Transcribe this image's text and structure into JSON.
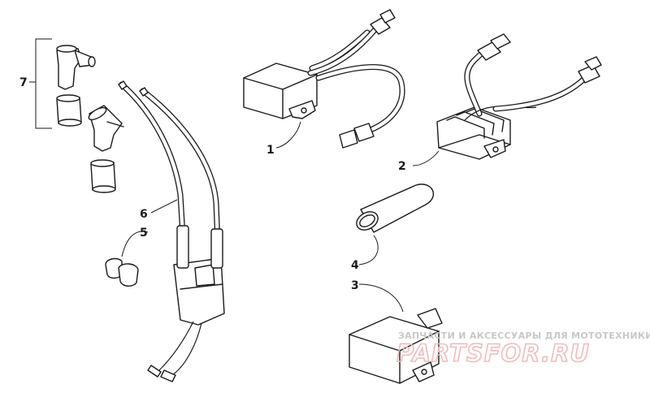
{
  "callouts": {
    "c1": "1",
    "c2": "2",
    "c3": "3",
    "c4": "4",
    "c5": "5",
    "c6": "6",
    "c7": "7"
  },
  "watermark": {
    "tagline": "ЗАПЧАСТИ И АКСЕССУАРЫ ДЛЯ МОТОТЕХНИКИ",
    "logo": "PARTSFOR.RU"
  }
}
